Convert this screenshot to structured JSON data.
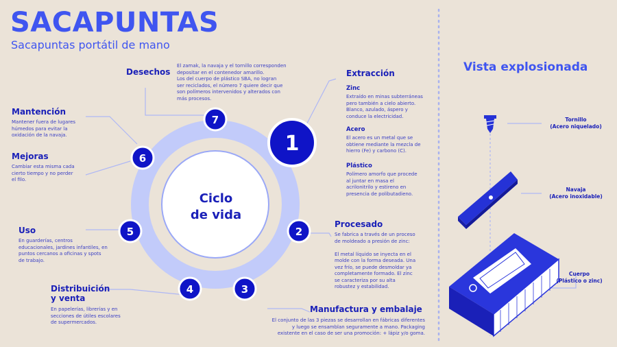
{
  "header": {
    "title": "SACAPUNTAS",
    "subtitle": "Sacapuntas portátil de mano"
  },
  "cycle": {
    "center": [
      "Ciclo",
      "de vida"
    ],
    "steps": [
      {
        "num": "1",
        "heading": "Extracción",
        "subsections": [
          {
            "title": "Zinc",
            "text": [
              "Extraído en minas subterráneas",
              "pero también a cielo abierto.",
              "Blanco, azulado, áspero y",
              "conduce la electricidad."
            ]
          },
          {
            "title": "Acero",
            "text": [
              "El acero es un metal que se",
              "obtiene mediante la mezcla de",
              "hierro (Fe) y carbono (C)."
            ]
          },
          {
            "title": "Plástico",
            "text": [
              "Polímero amorfo que procede",
              "al juntar en masa el",
              "acrilonitrilo y estireno en",
              "presencia de polibutadieno."
            ]
          }
        ]
      },
      {
        "num": "2",
        "heading": "Procesado",
        "text": [
          "Se fabrica a través de un proceso",
          "de moldeado a presión de zinc:",
          "",
          "El metal líquido se inyecta en el",
          "molde con la forma deseada. Una",
          "vez frío, se puede desmoldar ya",
          "completamente formado. El zinc",
          "se caracteriza por su alta",
          "robustez y estabilidad."
        ]
      },
      {
        "num": "3",
        "heading": "Manufactura y embalaje",
        "text": [
          "El conjunto de las 3 piezas se desarrollan en fábricas diferentes",
          "y luego se ensamblan seguramente a mano. Packaging",
          "existente en el caso de ser una promoción: + lápiz y/o goma."
        ]
      },
      {
        "num": "4",
        "heading": [
          "Distribuición",
          "y venta"
        ],
        "text": [
          "En papelerías, librerías y en",
          "secciones de útiles escolares",
          "de supermercados."
        ]
      },
      {
        "num": "5",
        "heading": "Uso",
        "text": [
          "En guarderías, centros",
          "educacionales, jardines infantiles, en",
          "puntos cercanos a oficinas y spots",
          "de trabajo."
        ]
      },
      {
        "num": "6",
        "heading": "Mejoras",
        "text": [
          "Cambiar esta misma cada",
          "cierto tiempo y no perder",
          "el filo."
        ]
      },
      {
        "num": "7",
        "heading": "Desechos",
        "text": [
          "El zamak, la navaja y el tornillo corresponden",
          "depositar en el contenedor amarillo.",
          "Los  del cuerpo de plástico SBA, no logran",
          "ser reciclados, el número 7 quiere decir que",
          "son polímeros intervenidos y alterados con",
          "más procesos."
        ]
      },
      {
        "num": "",
        "heading": "Mantención",
        "text": [
          "Mantener fuera de lugares",
          "húmedos para evitar la",
          "oxidación de la navaja."
        ]
      }
    ]
  },
  "exploded": {
    "title": "Vista explosionada",
    "parts": [
      {
        "name": "Tornillo",
        "material": "(Acero niquelado)"
      },
      {
        "name": "Navaja",
        "material": "(Acero inoxidable)"
      },
      {
        "name": "Cuerpo",
        "material": "(Plástico o zinc)"
      }
    ]
  },
  "colors": {
    "background": "#ebe3d8",
    "accent": "#3f55f0",
    "dark": "#1a20b8",
    "ring": "#b8c3fb",
    "numbers": "#0f14c7"
  }
}
